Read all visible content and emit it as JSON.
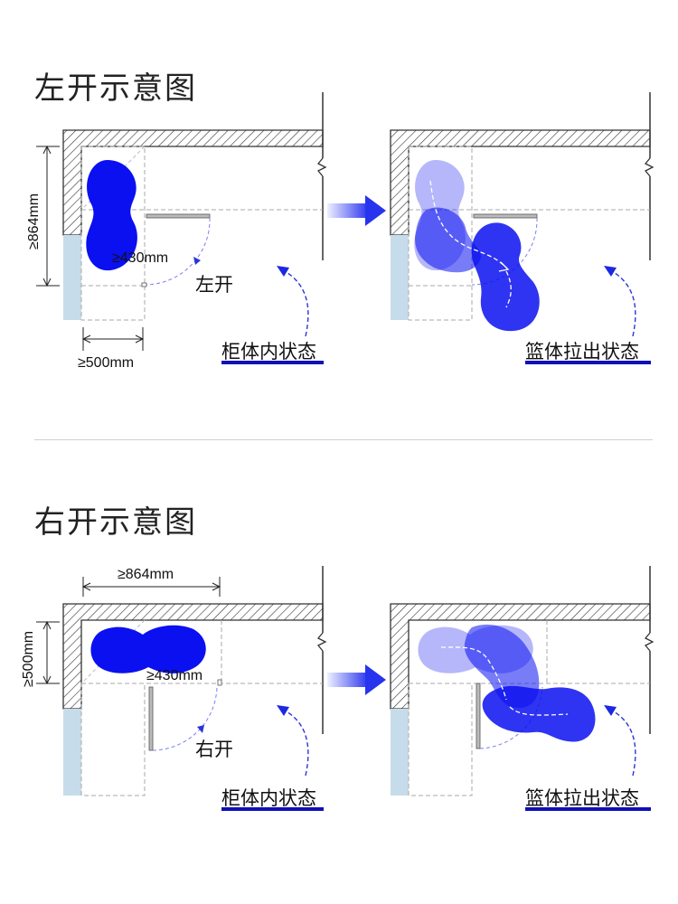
{
  "sections": [
    {
      "title": "左开示意图",
      "dims": {
        "vertical": "≥864mm",
        "horizontal": "≥500mm",
        "clearance": "≥430mm"
      },
      "direction_label": "左开",
      "state_in": "柜体内状态",
      "state_out": "篮体拉出状态"
    },
    {
      "title": "右开示意图",
      "dims": {
        "vertical": "≥500mm",
        "horizontal": "≥864mm",
        "clearance": "≥430mm"
      },
      "direction_label": "右开",
      "state_in": "柜体内状态",
      "state_out": "篮体拉出状态"
    }
  ],
  "colors": {
    "basket": "#0a10f0",
    "basket_light": "#8e90f6",
    "pillar": "#c6dcea",
    "underline": "#1010b8",
    "arrow_grad_start": "#e8ebff",
    "arrow_grad_end": "#2b38f0",
    "dash_arrow": "#2a35d8"
  },
  "icons": {
    "arrow": "right-arrow-icon",
    "curved": "curved-arrow-icon"
  }
}
